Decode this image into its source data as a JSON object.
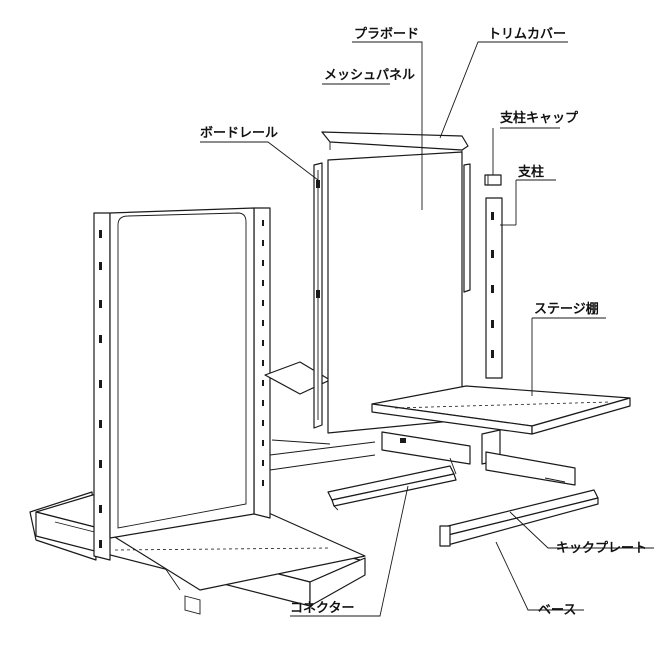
{
  "labels": {
    "pra_board": "プラボード",
    "trim_cover": "トリムカバー",
    "mesh_panel": "メッシュパネル",
    "board_rail": "ボードレール",
    "post_cap": "支柱キャップ",
    "post": "支柱",
    "stage_shelf": "ステージ棚",
    "kick_plate": "キックプレート",
    "connector": "コネクター",
    "base": "ベース"
  },
  "colors": {
    "line": "#1a1a1a",
    "background": "#ffffff",
    "shade": "#e8e8e8"
  }
}
